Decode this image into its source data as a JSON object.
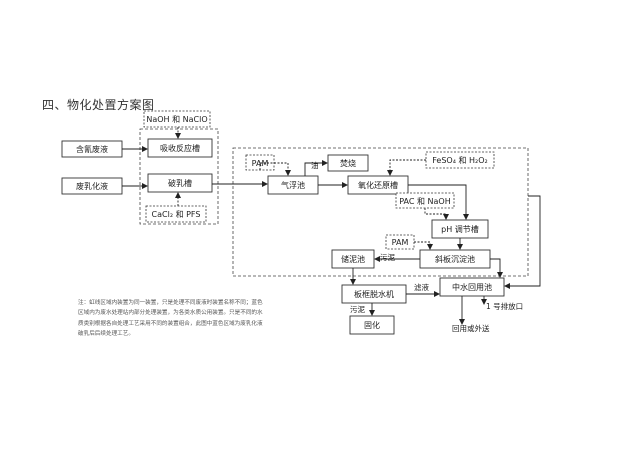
{
  "title": "四、物化处置方案图",
  "boxes": {
    "naoh_naclo": "NaOH 和 NaClO",
    "cyanide_waste": "含氰废液",
    "absorb_tank": "吸收反应槽",
    "emulsion_waste": "废乳化液",
    "demulsify_tank": "破乳槽",
    "cacl2_pfs": "CaCl₂ 和 PFS",
    "pam_top": "PAM",
    "oil": "油",
    "incinerate": "焚烧",
    "air_flotation": "气浮池",
    "redox_tank": "氧化还原槽",
    "feso4_h2o2": "FeSO₄ 和 H₂O₂",
    "pac_naoh": "PAC 和 NaOH",
    "ph_tank": "pH 调节槽",
    "pam_mid": "PAM",
    "sludge_pool": "储泥池",
    "sludge_label": "污泥",
    "incline_settle": "斜板沉淀池",
    "filter_press": "板框脱水机",
    "filtrate": "滤液",
    "midwater_pool": "中水回用池",
    "sludge_label2": "污泥",
    "discharge": "1 号排放口",
    "solidify": "固化",
    "reuse": "回用或外送"
  },
  "note": [
    "注：虹线区域内装置为同一装置，只是处理不同废液时装置名称不同；蓝色",
    "区域内为废水处理站内部分处理装置，为各类水质公用装置。只是不同的水",
    "质类别根据各自处理工艺采用不同的装置组合，此图中蓝色区域为废乳化液",
    "破乳后后续处理工艺。"
  ]
}
